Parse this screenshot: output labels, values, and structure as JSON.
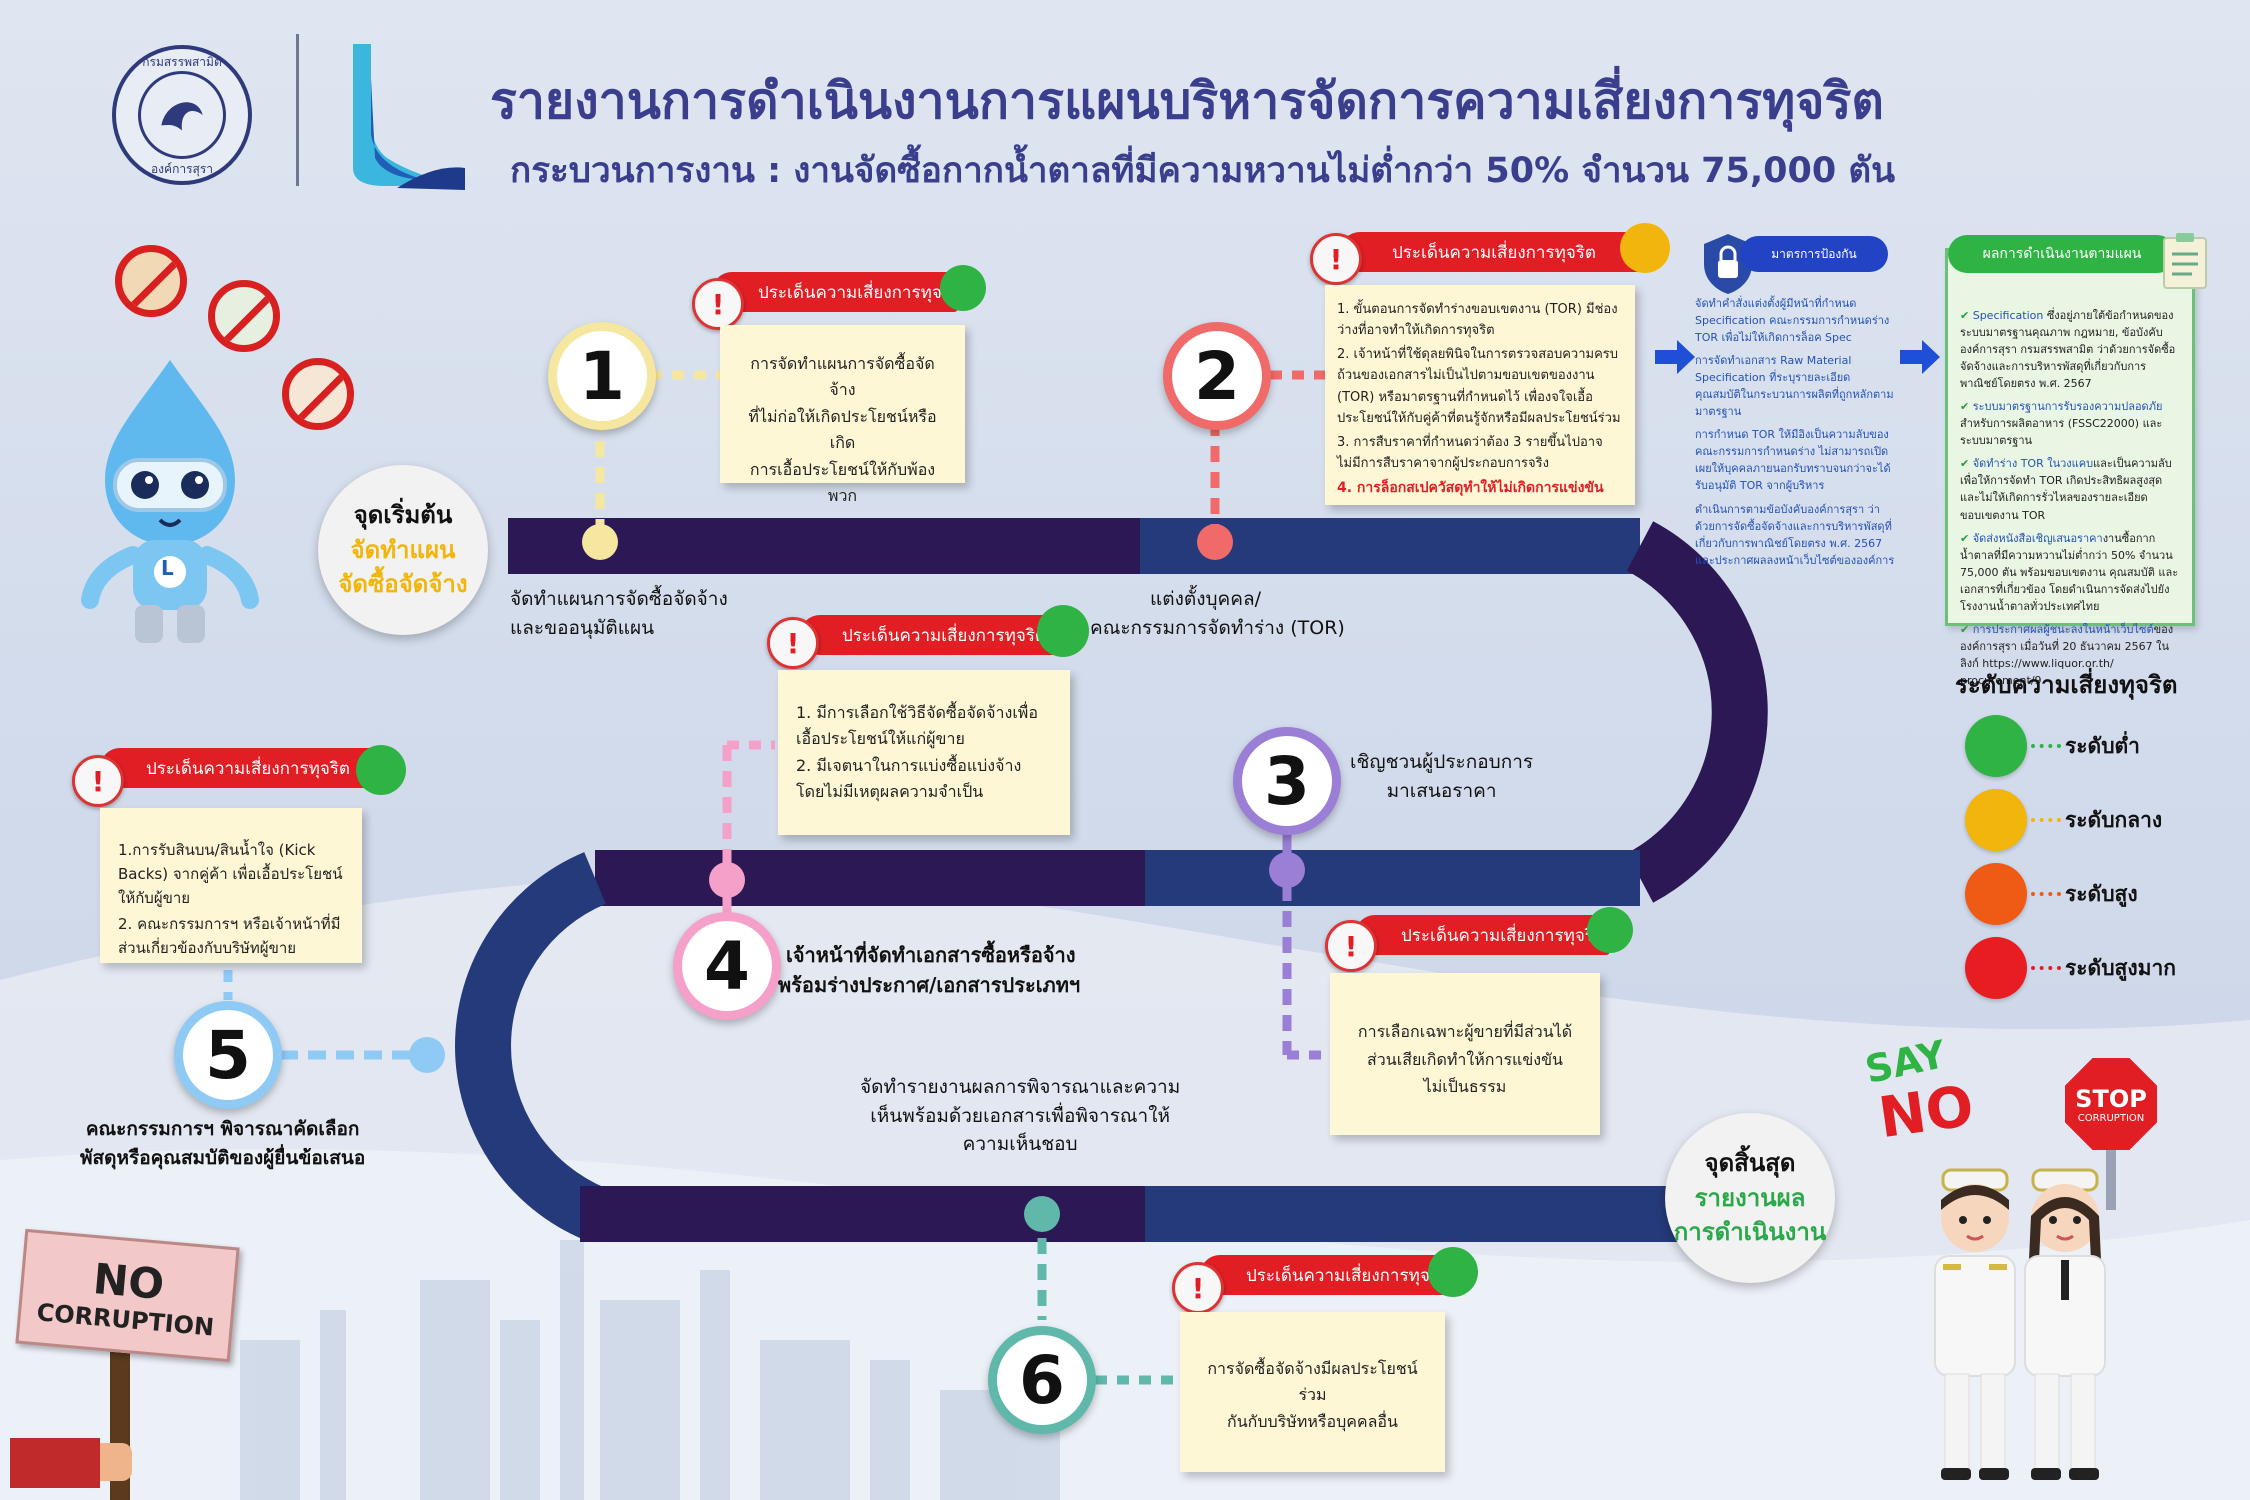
{
  "header": {
    "title": "รายงานการดำเนินงานการแผนบริหารจัดการความเสี่ยงการทุจริต",
    "subtitle": "กระบวนการงาน : งานจัดซื้อกากน้ำตาลที่มีความหวานไม่ต่ำกว่า 50% จำนวน 75,000 ตัน",
    "logo_ring_top": "กรมสรรพสามิต",
    "logo_ring_bottom": "องค์การสุรา"
  },
  "colors": {
    "road": "#2b1855",
    "road_alt": "#253a7a",
    "risk_red": "#e01e24",
    "low": "#2fb344",
    "medium": "#f2b50c",
    "high": "#ef5a14",
    "very_high": "#e81d22",
    "title": "#3a3e8c"
  },
  "start": {
    "line1": "จุดเริ่มต้น",
    "line2": "จัดทำแผน",
    "line3": "จัดซื้อจัดจ้าง"
  },
  "end": {
    "line1": "จุดสิ้นสุด",
    "line2": "รายงานผล",
    "line3": "การดำเนินงาน"
  },
  "steps": [
    {
      "num": "1",
      "color": "#f5e6a0",
      "label": [
        "จัดทำแผนการจัดซื้อจัดจ้าง",
        "และขออนุมัติแผน"
      ]
    },
    {
      "num": "2",
      "color": "#f06a6a",
      "label": [
        "แต่งตั้งบุคคล/",
        "คณะกรรมการจัดทำร่าง (TOR)"
      ]
    },
    {
      "num": "3",
      "color": "#9b7fd6",
      "label": [
        "เชิญชวนผู้ประกอบการ",
        "มาเสนอราคา"
      ]
    },
    {
      "num": "4",
      "color": "#f5a0c8",
      "label": [
        "เจ้าหน้าที่จัดทำเอกสารซื้อหรือจ้าง",
        "พร้อมร่างประกาศ/เอกสารประเภทฯ"
      ]
    },
    {
      "num": "5",
      "color": "#8fcaf5",
      "label": [
        "คณะกรรมการฯ พิจารณาคัดเลือก",
        "พัสดุหรือคุณสมบัติของผู้ยื่นข้อเสนอ"
      ]
    },
    {
      "num": "6",
      "color": "#5fb8aa",
      "label": [
        "จัดทำรายงานผลการพิจารณาและความ",
        "เห็นพร้อมด้วยเอกสารเพื่อพิจารณาให้",
        "ความเห็นชอบ"
      ]
    }
  ],
  "risk_banner": "ประเด็นความเสี่ยงการทุจริต",
  "risks": {
    "r1": {
      "level_color": "#2fb344",
      "lines": [
        "การจัดทำแผนการจัดซื้อจัดจ้าง",
        "ที่ไม่ก่อให้เกิดประโยชน์หรือเกิด",
        "การเอื้อประโยชน์ให้กับพ้องพวก"
      ]
    },
    "r2": {
      "level_color": "#f2b50c",
      "lines": [
        "1. ขั้นตอนการจัดทำร่างขอบเขตงาน (TOR) มีช่องว่างที่อาจทำให้เกิดการทุจริต",
        "2. เจ้าหน้าที่ใช้ดุลยพินิจในการตรวจสอบความครบถ้วนของเอกสารไม่เป็นไปตามขอบเขตของงาน (TOR) หรือมาตรฐานที่กำหนดไว้ เพื่องจใจเอื้อประโยชน์ให้กับคู่ค้าที่ตนรู้จักหรือมีผลประโยชน์ร่วม",
        "3. การสืบราคาที่กำหนดว่าต้อง 3 รายขึ้นไปอาจไม่มีการสืบราคาจากผู้ประกอบการจริง"
      ],
      "highlight": "4. การล็อกสเปควัสดุทำให้ไม่เกิดการแข่งขัน"
    },
    "r3": {
      "level_color": "#2fb344",
      "lines": [
        "การเลือกเฉพาะผู้ขายที่มีส่วนได้",
        "ส่วนเสียเกิดทำให้การแข่งขัน",
        "ไม่เป็นธรรม"
      ]
    },
    "r4": {
      "level_color": "#2fb344",
      "lines": [
        "1. มีการเลือกใช้วิธีจัดซื้อจัดจ้างเพื่อเอื้อประโยชน์ให้แก่ผู้ขาย",
        "2. มีเจตนาในการแบ่งซื้อแบ่งจ้าง โดยไม่มีเหตุผลความจำเป็น"
      ]
    },
    "r5": {
      "level_color": "#2fb344",
      "lines": [
        "1.การรับสินบน/สินน้ำใจ (Kick Backs) จากคู่ค้า เพื่อเอื้อประโยชน์ให้กับผู้ขาย",
        "2. คณะกรรมการฯ หรือเจ้าหน้าที่มีส่วนเกี่ยวข้องกับบริษัทผู้ขาย"
      ]
    },
    "r6": {
      "level_color": "#2fb344",
      "lines": [
        "การจัดซื้อจัดจ้างมีผลประโยชน์ร่วม",
        "กันกับบริษัทหรือบุคคลอื่น"
      ]
    }
  },
  "measures": {
    "heading": "มาตรการป้องกัน",
    "items": [
      "จัดทำคำสั่งแต่งตั้งผู้มีหน้าที่กำหนด Specification คณะกรรมการกำหนดร่าง TOR เพื่อไม่ให้เกิดการล็อค Spec",
      "การจัดทำเอกสาร Raw Material Specification ที่ระบุรายละเอียดคุณสมบัติในกระบวนการผลิตที่ถูกหลักตามมาตรฐาน",
      "การกำหนด TOR ให้มีอิงเป็นความลับของคณะกรรมการกำหนดร่าง ไม่สามารถเปิดเผยให้บุคคลภายนอกรับทราบจนกว่าจะได้รับอนุมัติ TOR จากผู้บริหาร",
      "ดำเนินการตามข้อบังคับองค์การสุรา ว่าด้วยการจัดซื้อจัดจ้างและการบริหารพัสดุที่เกี่ยวกับการพาณิชย์โดยตรง พ.ศ. 2567 และประกาศผลลงหน้าเว็บไซต์ขององค์การ"
    ]
  },
  "results": {
    "heading": "ผลการดำเนินงานตามแผน",
    "items": [
      {
        "lead": "Specification",
        "text": " ซึ่งอยู่ภายใต้ข้อกำหนดของระบบมาตรฐานคุณภาพ กฎหมาย, ข้อบังคับองค์การสุรา กรมสรรพสามิต ว่าด้วยการจัดซื้อจัดจ้างและการบริหารพัสดุที่เกี่ยวกับการพาณิชย์โดยตรง พ.ศ. 2567"
      },
      {
        "lead": "ระบบมาตรฐานการรับรองความปลอดภัย",
        "text": "สำหรับการผลิตอาหาร (FSSC22000) และระบบมาตรฐาน"
      },
      {
        "lead": "จัดทำร่าง TOR ในวงแคบ",
        "text": "และเป็นความลับ เพื่อให้การจัดทำ TOR เกิดประสิทธิผลสูงสุด และไม่ให้เกิดการรั่วไหลของรายละเอียดขอบเขตงาน TOR"
      },
      {
        "lead": "จัดส่งหนังสือเชิญเสนอราคา",
        "text": "งานซื้อกากน้ำตาลที่มีความหวานไม่ต่ำกว่า 50% จำนวน 75,000 ตัน พร้อมขอบเขตงาน คุณสมบัติ และเอกสารที่เกี่ยวข้อง โดยดำเนินการจัดส่งไปยังโรงงานน้ำตาลทั่วประเทศไทย"
      },
      {
        "lead": "การประกาศผลผู้ชนะลงในหน้าเว็บไซต์",
        "text": "ขององค์การสุรา เมื่อวันที่ 20 ธันวาคม 2567 ในลิงก์ https://www.liquor.or.th/ procurement/9"
      }
    ]
  },
  "legend": {
    "title": "ระดับความเสี่ยงทุจริต",
    "items": [
      {
        "label": "ระดับต่ำ",
        "color": "#2fb344"
      },
      {
        "label": "ระดับกลาง",
        "color": "#f2b50c"
      },
      {
        "label": "ระดับสูง",
        "color": "#ef5a14"
      },
      {
        "label": "ระดับสูงมาก",
        "color": "#e81d22"
      }
    ]
  },
  "decor": {
    "no_sign_1": "NO",
    "no_sign_2": "CORRUPTION",
    "say": "SAY",
    "say_no": "NO",
    "stop_1": "STOP",
    "stop_2": "CORRUPTION",
    "mascot_badge": "L"
  }
}
